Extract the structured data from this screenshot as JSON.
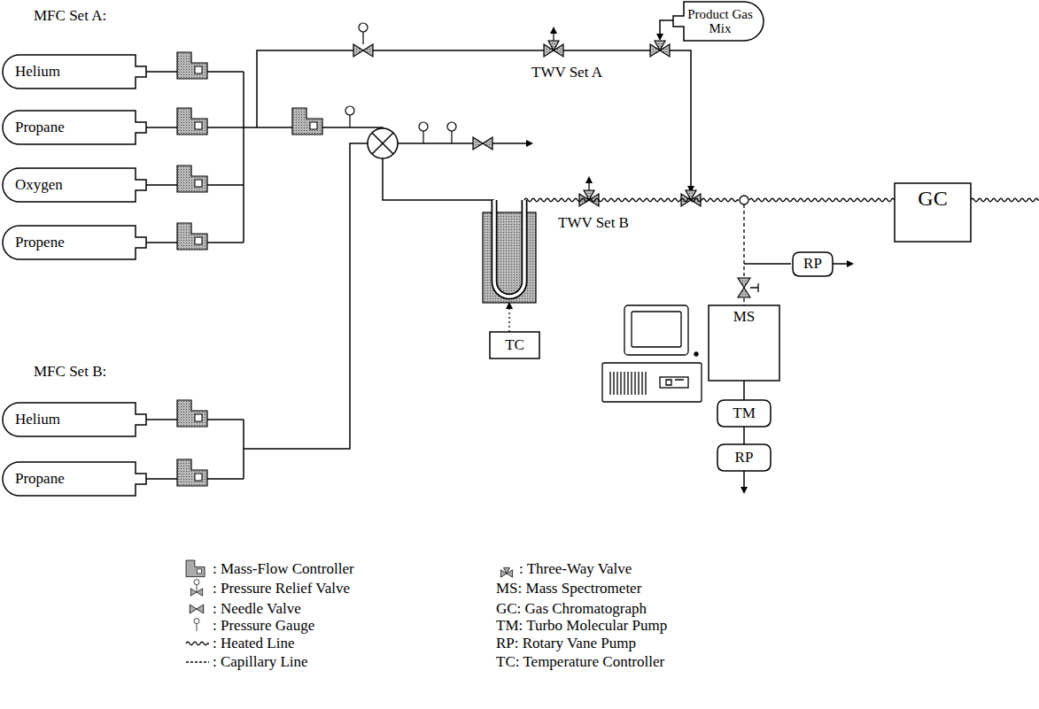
{
  "diagram": {
    "nodes": [
      {
        "text": [
          "Helium"
        ]
      },
      {
        "text": [
          "Propane"
        ]
      },
      {
        "text": [
          "Oxygen"
        ]
      },
      {
        "text": [
          "Propene"
        ]
      },
      {
        "text": [
          "Helium"
        ]
      },
      {
        "text": [
          "Propane"
        ]
      },
      {
        "text": [
          "Product Gas Mix"
        ]
      },
      {
        "text": [
          "GC"
        ]
      },
      {
        "text": [
          "TC"
        ]
      },
      {
        "text": [
          "RP"
        ]
      },
      {
        "text": [
          "MS"
        ]
      },
      {
        "text": [
          "TM"
        ]
      },
      {
        "text": [
          "RP"
        ]
      }
    ],
    "edges": [
      {
        "from": 10,
        "to": 11,
        "arrow": "none"
      },
      {
        "from": 11,
        "to": 12,
        "arrow": "none"
      }
    ],
    "labels": [
      "MFC Set A:",
      "MFC Set B:",
      "TWV Set A",
      "TWV Set B"
    ],
    "legend": [
      {
        "text": ": Mass-Flow Controller"
      },
      {
        "text": ": Pressure Relief Valve"
      },
      {
        "text": ": Needle Valve"
      },
      {
        "text": ": Pressure Gauge"
      },
      {
        "text": ": Heated Line"
      },
      {
        "text": ": Capillary Line"
      },
      {
        "text": ": Three-Way Valve"
      },
      {
        "text": "MS: Mass Spectrometer"
      },
      {
        "text": "GC: Gas Chromatograph"
      },
      {
        "text": "TM: Turbo Molecular Pump"
      },
      {
        "text": "RP: Rotary Vane Pump"
      },
      {
        "text": "TC: Temperature Controller"
      }
    ]
  }
}
